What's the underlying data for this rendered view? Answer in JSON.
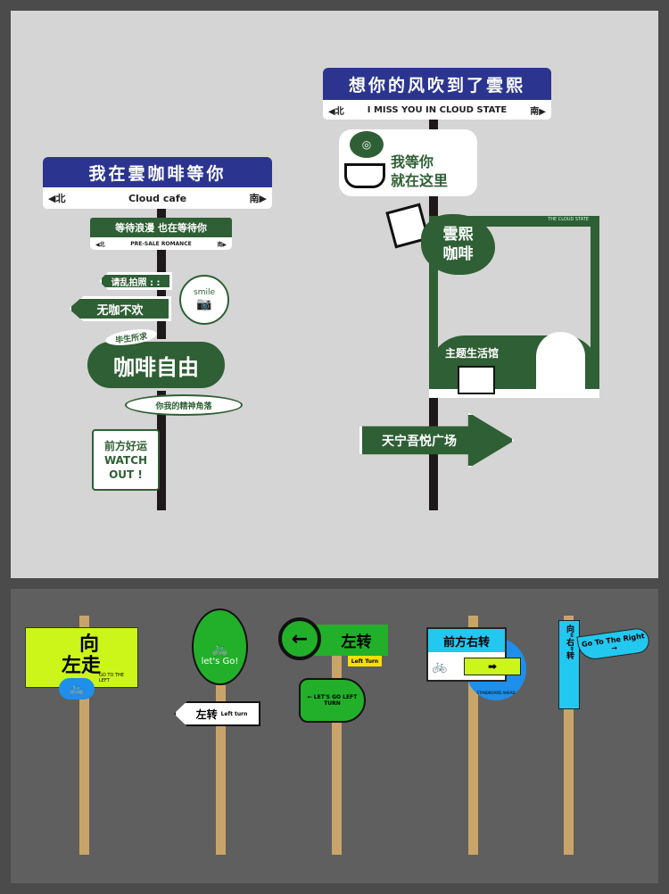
{
  "left_post": {
    "main_sign": {
      "title": "我在雲咖啡等你",
      "north": "◀北",
      "subtitle": "Cloud cafe",
      "south": "南▶"
    },
    "second_sign": {
      "title": "等待浪漫 也在等待你",
      "north": "◀北",
      "subtitle": "PRE-SALE ROMANCE",
      "south": "南▶"
    },
    "arrow_1": "请乱拍照 : :",
    "arrow_2": "无咖不欢",
    "smile_badge": "smile",
    "cloud_tag": "毕生所求",
    "cloud_title": "咖啡自由",
    "corner_tag": "你我的精神角落",
    "watch_out": {
      "cn": "前方好运",
      "en1": "WATCH",
      "en2": "OUT !"
    }
  },
  "right_post": {
    "main_sign": {
      "title": "想你的风吹到了雲熙",
      "north": "◀北",
      "subtitle": "I MISS YOU IN CLOUD STATE",
      "south": "南▶"
    },
    "cup_sticker": {
      "line1": "我等你",
      "line2": "就在这里"
    },
    "blob": {
      "line1": "雲熙",
      "line2": "咖啡"
    },
    "frame": {
      "label": "THE CLOUD STATE",
      "shop": "主题生活馆"
    },
    "arrow": "天宁吾悦广场"
  },
  "bike_signs": [
    {
      "cn1": "向",
      "cn2": "左走",
      "en": "GO TO THE LEFT"
    },
    {
      "oval": "let's Go!",
      "arrow_cn": "左转",
      "arrow_en": "Left turn"
    },
    {
      "arrow_icon": "←",
      "cn": "左转",
      "en": "Left Turn",
      "ribbon": "← LET'S GO LEFT TURN"
    },
    {
      "cn": "前方右转",
      "badge": "STANDBOARD AHEAD"
    },
    {
      "cn": "向“右”转",
      "en": "Go To The Right →"
    }
  ],
  "colors": {
    "navy": "#2b3590",
    "forest": "#2f5f34",
    "lime": "#ccf51a",
    "green": "#22b02a",
    "cyan": "#22c8f0",
    "pole": "#c9a46a"
  }
}
